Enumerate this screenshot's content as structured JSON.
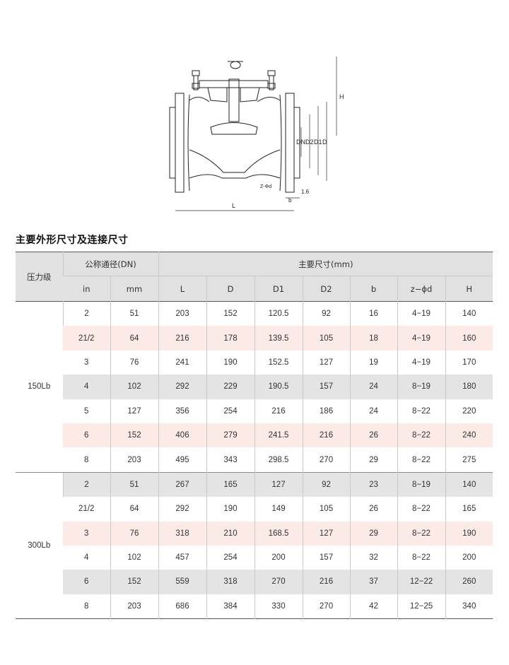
{
  "drawing": {
    "labels": {
      "H": "H",
      "DN": "DN",
      "D2": "D2",
      "D1": "D1",
      "D": "D",
      "bolt": "Z-Φd",
      "flange_gap": "1.6",
      "b": "b",
      "L": "L"
    }
  },
  "section_title": "主要外形尺寸及连接尺寸",
  "table": {
    "header": {
      "pressure_class": "压力级",
      "nominal_bore": "公称通径(DN)",
      "main_dims": "主要尺寸(mm)",
      "columns": [
        "in",
        "mm",
        "L",
        "D",
        "D1",
        "D2",
        "b",
        "z−ϕd",
        "H"
      ]
    },
    "groups": [
      {
        "pressure": "150Lb",
        "rows": [
          {
            "shade": "white",
            "cells": [
              "2",
              "51",
              "203",
              "152",
              "120.5",
              "92",
              "16",
              "4−19",
              "140"
            ]
          },
          {
            "shade": "pink",
            "cells": [
              "21/2",
              "64",
              "216",
              "178",
              "139.5",
              "105",
              "18",
              "4−19",
              "160"
            ]
          },
          {
            "shade": "white",
            "cells": [
              "3",
              "76",
              "241",
              "190",
              "152.5",
              "127",
              "19",
              "4−19",
              "170"
            ]
          },
          {
            "shade": "gray",
            "cells": [
              "4",
              "102",
              "292",
              "229",
              "190.5",
              "157",
              "24",
              "8−19",
              "180"
            ]
          },
          {
            "shade": "white",
            "cells": [
              "5",
              "127",
              "356",
              "254",
              "216",
              "186",
              "24",
              "8−22",
              "220"
            ]
          },
          {
            "shade": "pink",
            "cells": [
              "6",
              "152",
              "406",
              "279",
              "241.5",
              "216",
              "26",
              "8−22",
              "240"
            ]
          },
          {
            "shade": "white",
            "cells": [
              "8",
              "203",
              "495",
              "343",
              "298.5",
              "270",
              "29",
              "8−22",
              "275"
            ]
          }
        ]
      },
      {
        "pressure": "300Lb",
        "rows": [
          {
            "shade": "gray",
            "cells": [
              "2",
              "51",
              "267",
              "165",
              "127",
              "92",
              "23",
              "8−19",
              "140"
            ]
          },
          {
            "shade": "white",
            "cells": [
              "21/2",
              "64",
              "292",
              "190",
              "149",
              "105",
              "26",
              "8−22",
              "165"
            ]
          },
          {
            "shade": "pink",
            "cells": [
              "3",
              "76",
              "318",
              "210",
              "168.5",
              "127",
              "29",
              "8−22",
              "190"
            ]
          },
          {
            "shade": "white",
            "cells": [
              "4",
              "102",
              "457",
              "254",
              "200",
              "157",
              "32",
              "8−22",
              "200"
            ]
          },
          {
            "shade": "gray",
            "cells": [
              "6",
              "152",
              "559",
              "318",
              "270",
              "216",
              "37",
              "12−22",
              "260"
            ]
          },
          {
            "shade": "white",
            "cells": [
              "8",
              "203",
              "686",
              "384",
              "330",
              "270",
              "42",
              "12−25",
              "340"
            ]
          }
        ]
      }
    ]
  }
}
